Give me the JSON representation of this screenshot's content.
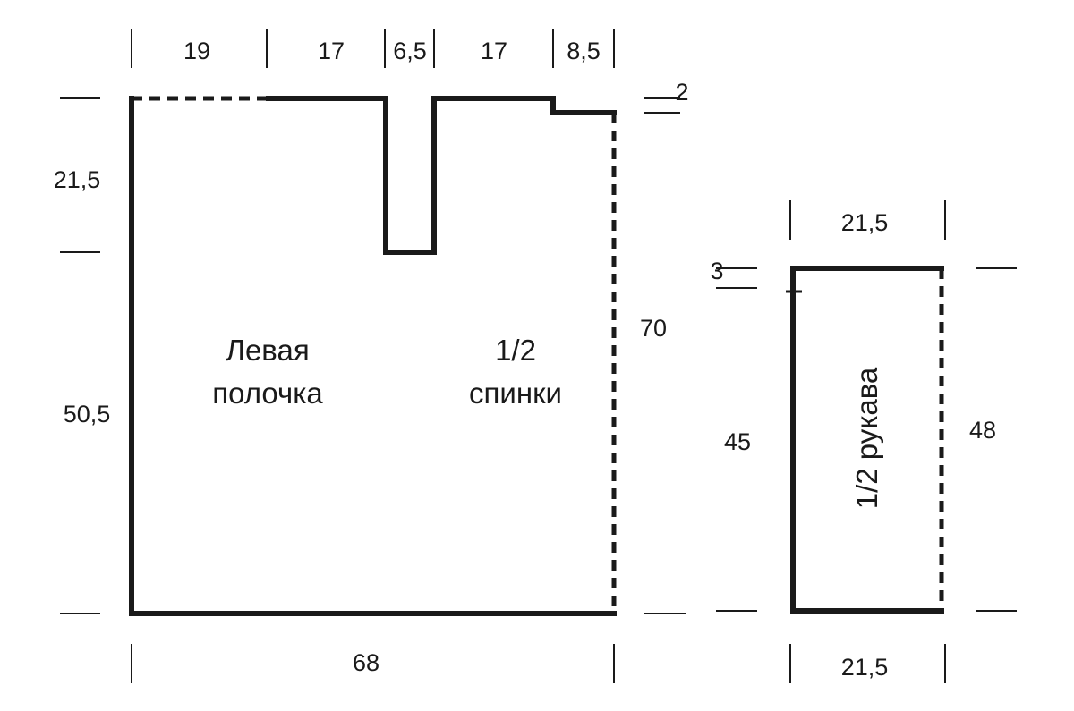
{
  "colors": {
    "ink": "#1a1a1a",
    "background": "#ffffff"
  },
  "pattern_body": {
    "top_widths": [
      "19",
      "17",
      "6,5",
      "17",
      "8,5"
    ],
    "shoulder_drop": "2",
    "neck_depth": "21,5",
    "side_height": "50,5",
    "total_height": "70",
    "bottom_width": "68",
    "front_label_line1": "Левая",
    "front_label_line2": "полочка",
    "back_label_line1": "1/2",
    "back_label_line2": "спинки"
  },
  "pattern_sleeve": {
    "top_width": "21,5",
    "top_offset": "3",
    "left_height": "45",
    "right_height": "48",
    "bottom_width": "21,5",
    "label": "1/2 рукава"
  }
}
